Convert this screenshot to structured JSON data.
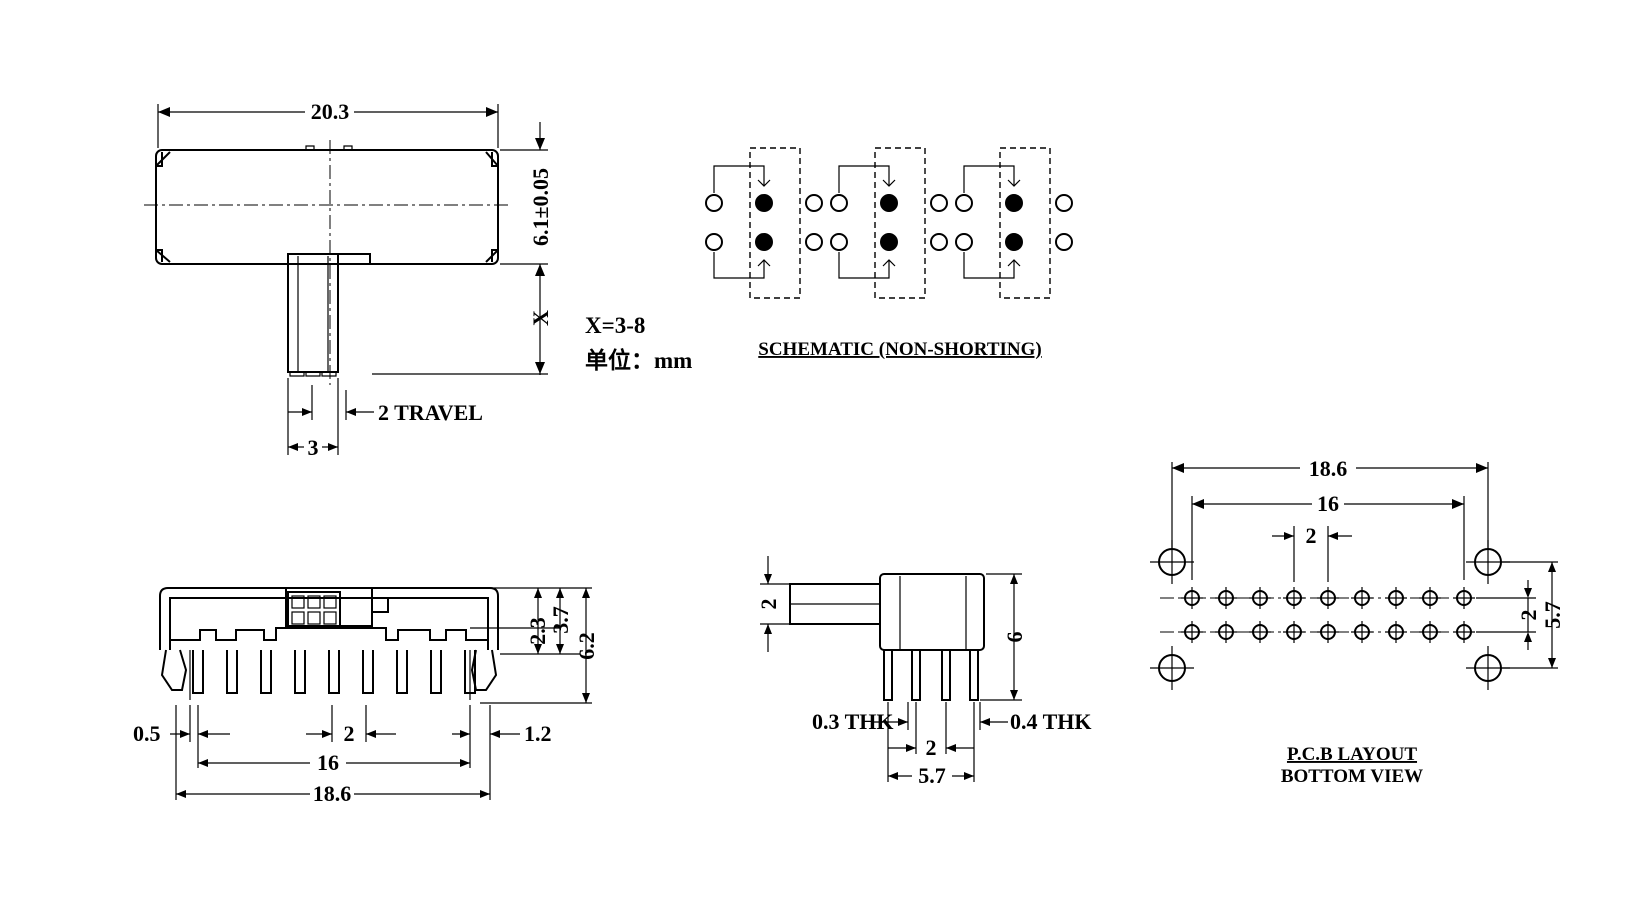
{
  "views": {
    "top_view": {
      "width_dim": "20.3",
      "height_dim": "6.1±0.05",
      "actuator_dim": "X",
      "actuator_width_dim": "3",
      "travel_dim": "2 TRAVEL",
      "note_x": "X=3-8",
      "note_unit": "单位：mm"
    },
    "schematic": {
      "caption": "SCHEMATIC (NON-SHORTING)",
      "poles": 3,
      "positions": 2
    },
    "front_view": {
      "dim_total_height": "6.2",
      "dim_body_height": "3.7",
      "dim_slider_height": "2.3",
      "dim_pin_width": "0.5",
      "dim_pitch": "2",
      "dim_pin_offset": "1.2",
      "dim_span_inner": "16",
      "dim_span_outer": "18.6"
    },
    "side_view": {
      "dim_actuator": "2",
      "dim_height": "6",
      "dim_pin_thk_left": "0.3 THK",
      "dim_pin_thk_right": "0.4 THK",
      "dim_pitch": "2",
      "dim_span": "5.7"
    },
    "pcb_layout": {
      "dim_outer": "18.6",
      "dim_inner": "16",
      "dim_pitch": "2",
      "dim_row_pitch": "2",
      "dim_mount_pitch": "5.7",
      "caption_line1": "P.C.B LAYOUT",
      "caption_line2": "BOTTOM VIEW",
      "pins_per_row": 9
    }
  }
}
